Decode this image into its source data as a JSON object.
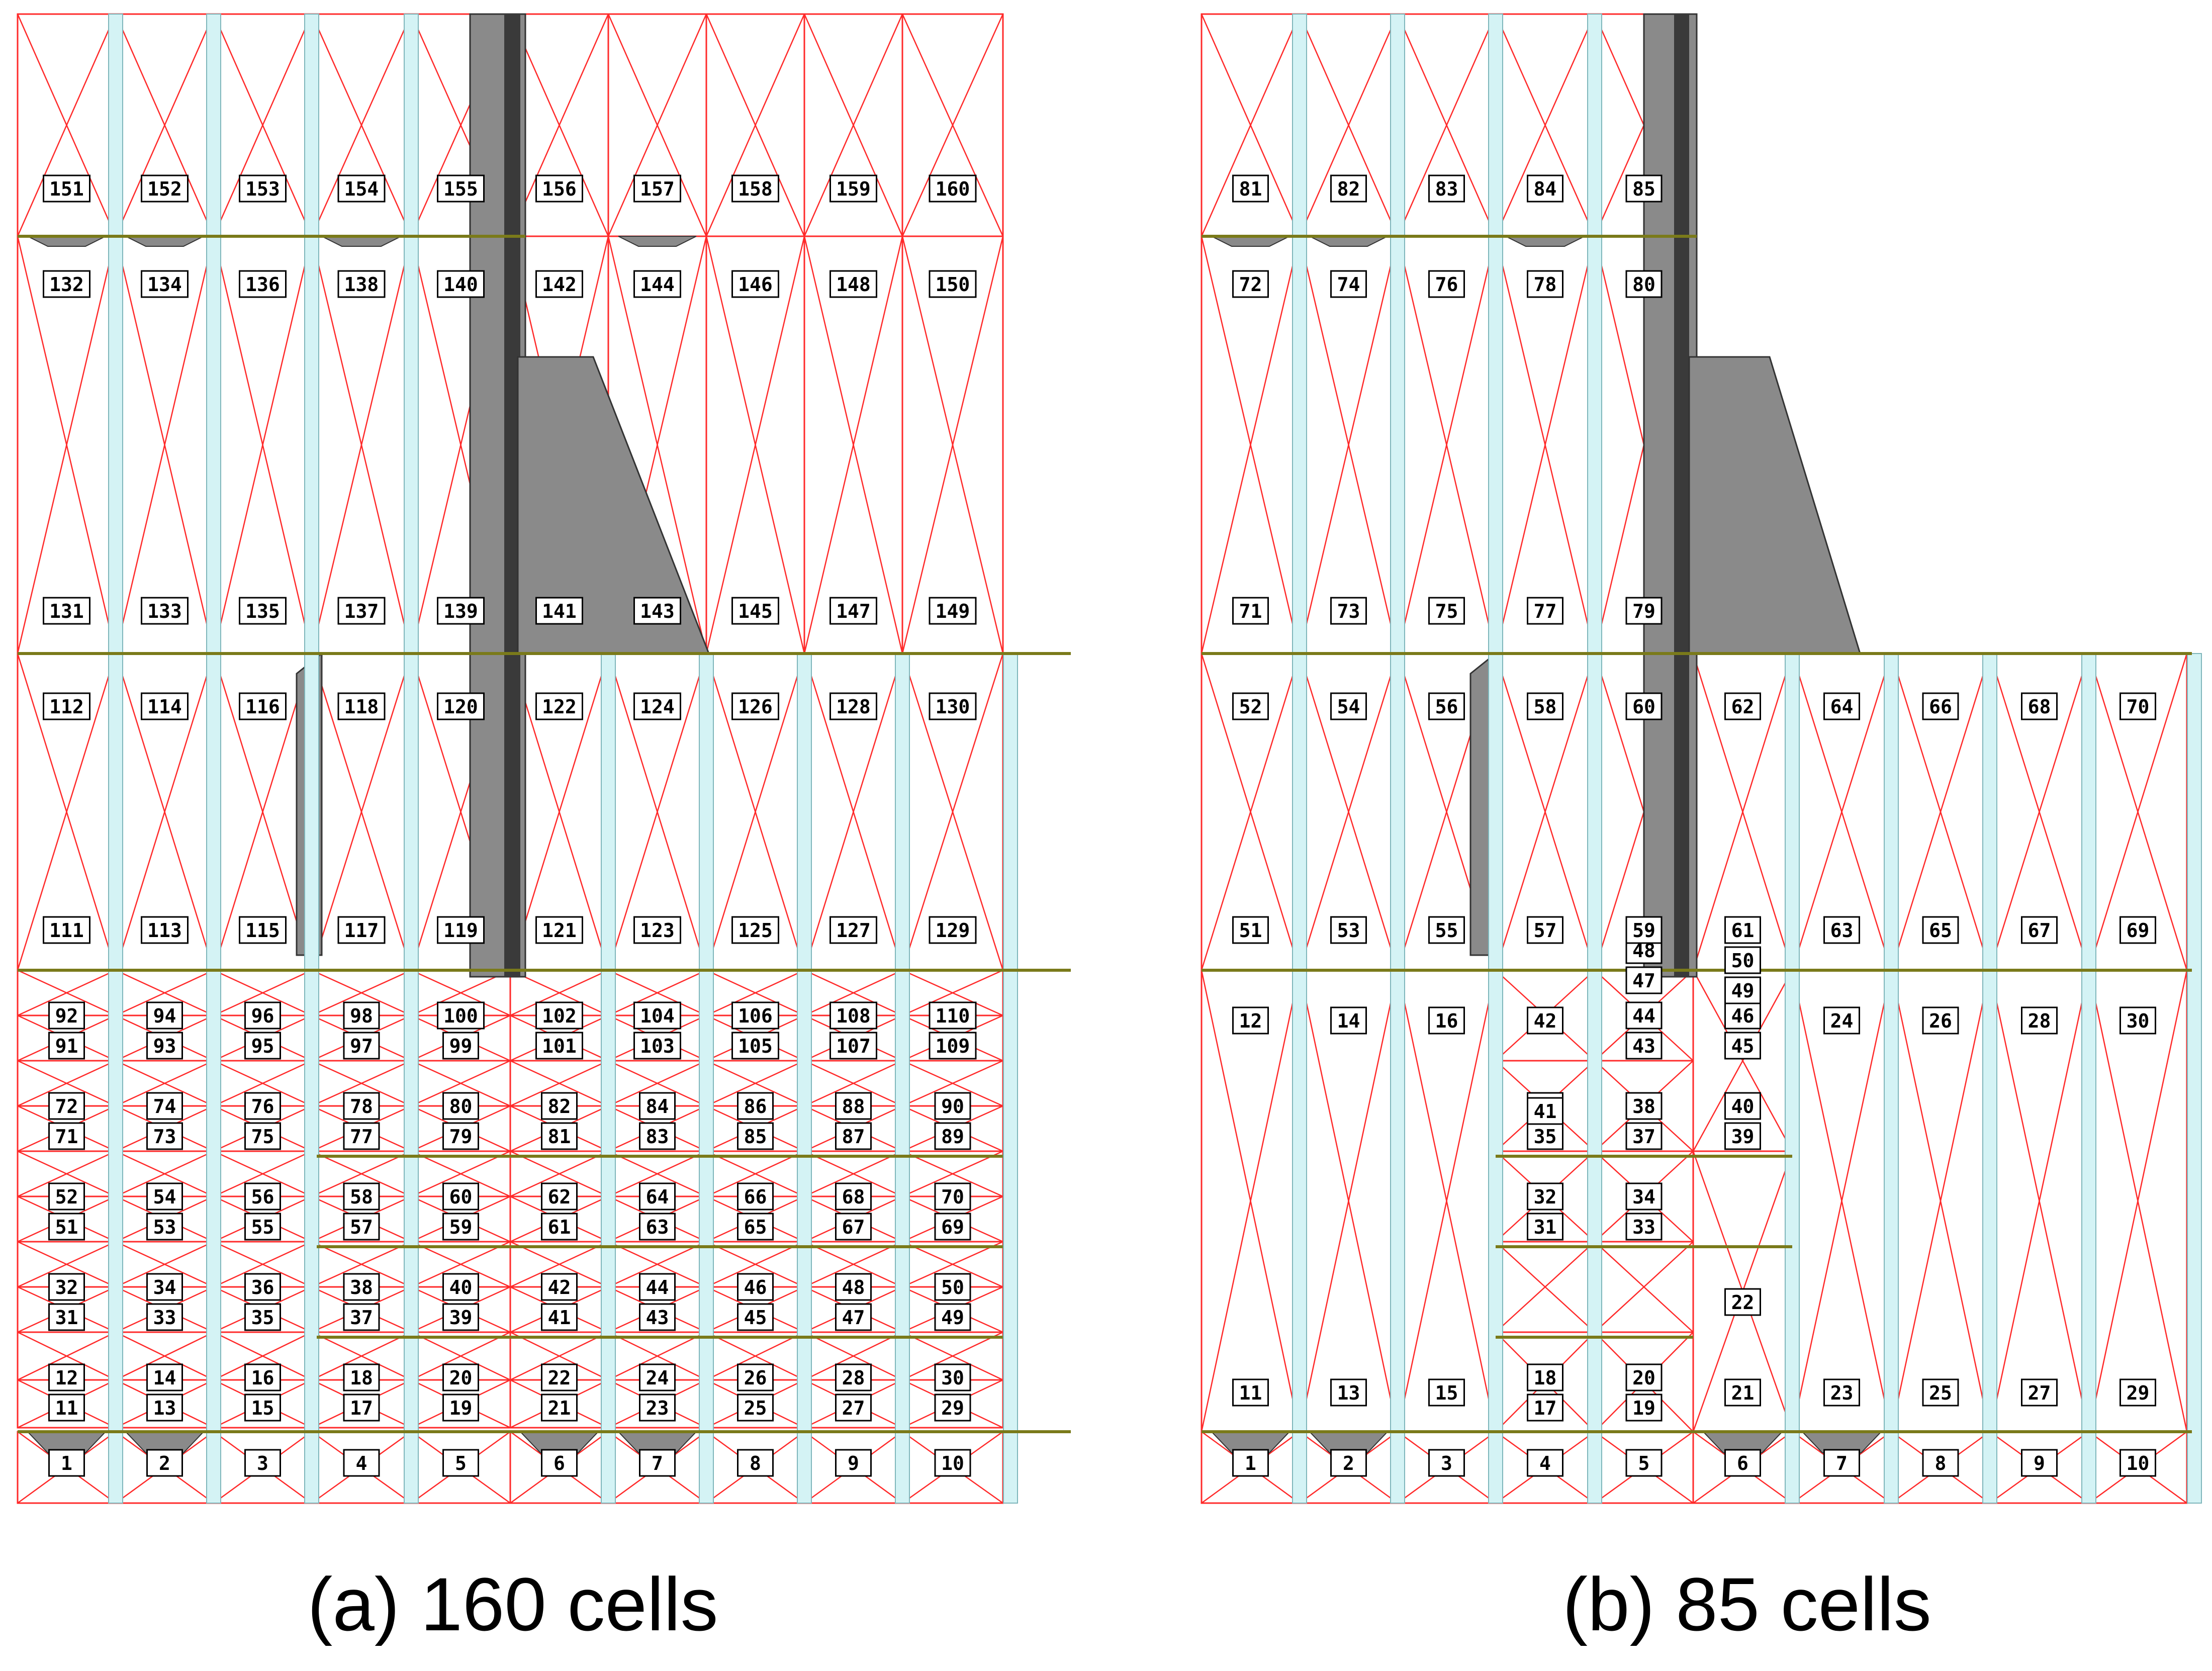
{
  "panels": [
    {
      "caption": "(a) 160 cells",
      "rows": [
        {
          "labels": [
            "1",
            "2",
            "3",
            "4",
            "5",
            "6",
            "7",
            "8",
            "9",
            "10"
          ]
        },
        {
          "labels": [
            "12/11",
            "14/13",
            "16/15",
            "18/17",
            "20/19",
            "22/21",
            "24/23",
            "26/25",
            "28/27",
            "30/29"
          ]
        },
        {
          "labels": [
            "32/31",
            "34/33",
            "36/35",
            "38/37",
            "40/39",
            "42/41",
            "44/43",
            "46/45",
            "48/47",
            "50/49"
          ]
        },
        {
          "labels": [
            "52/51",
            "54/53",
            "56/55",
            "58/57",
            "60/59",
            "62/61",
            "64/63",
            "66/65",
            "68/67",
            "70/69"
          ]
        },
        {
          "labels": [
            "72/71",
            "74/73",
            "76/75",
            "78/77",
            "80/79",
            "82/81",
            "84/83",
            "86/85",
            "88/87",
            "90/89"
          ]
        },
        {
          "labels": [
            "92/91",
            "94/93",
            "96/95",
            "98/97",
            "100/99",
            "102/101",
            "104/103",
            "106/105",
            "108/107",
            "110/109"
          ]
        },
        {
          "labels": [
            "111",
            "113",
            "115",
            "117",
            "119",
            "121",
            "123",
            "125",
            "127",
            "129"
          ],
          "labels_top": [
            "112",
            "114",
            "116",
            "118",
            "120",
            "122",
            "124",
            "126",
            "128",
            "130"
          ]
        },
        {
          "labels": [
            "131",
            "133",
            "135",
            "137",
            "139",
            "141",
            "143",
            "145",
            "147",
            "149"
          ],
          "labels_top": [
            "132",
            "134",
            "136",
            "138",
            "140",
            "142",
            "144",
            "146",
            "148",
            "150"
          ]
        },
        {
          "labels": [
            "151",
            "152",
            "153",
            "154",
            "155",
            "156",
            "157",
            "158",
            "159",
            "160"
          ]
        }
      ]
    },
    {
      "caption": "(b) 85 cells",
      "cells": [
        {
          "label": "1"
        },
        {
          "label": "2"
        },
        {
          "label": "3"
        },
        {
          "label": "4"
        },
        {
          "label": "5"
        },
        {
          "label": "6"
        },
        {
          "label": "7"
        },
        {
          "label": "8"
        },
        {
          "label": "9"
        },
        {
          "label": "10"
        },
        {
          "label": "11"
        },
        {
          "label": "12"
        },
        {
          "label": "13"
        },
        {
          "label": "14"
        },
        {
          "label": "15"
        },
        {
          "label": "16"
        },
        {
          "label": "17"
        },
        {
          "label": "18"
        },
        {
          "label": "19"
        },
        {
          "label": "20"
        },
        {
          "label": "21"
        },
        {
          "label": "22"
        },
        {
          "label": "23"
        },
        {
          "label": "24"
        },
        {
          "label": "25"
        },
        {
          "label": "26"
        },
        {
          "label": "27"
        },
        {
          "label": "28"
        },
        {
          "label": "29"
        },
        {
          "label": "30"
        },
        {
          "label": "31"
        },
        {
          "label": "32"
        },
        {
          "label": "33"
        },
        {
          "label": "34"
        },
        {
          "label": "35"
        },
        {
          "label": "36"
        },
        {
          "label": "37"
        },
        {
          "label": "38"
        },
        {
          "label": "39"
        },
        {
          "label": "40"
        },
        {
          "label": "41"
        },
        {
          "label": "42"
        },
        {
          "label": "43"
        },
        {
          "label": "44"
        },
        {
          "label": "45"
        },
        {
          "label": "46"
        },
        {
          "label": "47"
        },
        {
          "label": "48"
        },
        {
          "label": "49"
        },
        {
          "label": "50"
        },
        {
          "label": "51"
        },
        {
          "label": "52"
        },
        {
          "label": "53"
        },
        {
          "label": "54"
        },
        {
          "label": "55"
        },
        {
          "label": "56"
        },
        {
          "label": "57"
        },
        {
          "label": "58"
        },
        {
          "label": "59"
        },
        {
          "label": "60"
        },
        {
          "label": "61"
        },
        {
          "label": "62"
        },
        {
          "label": "63"
        },
        {
          "label": "64"
        },
        {
          "label": "65"
        },
        {
          "label": "66"
        },
        {
          "label": "67"
        },
        {
          "label": "68"
        },
        {
          "label": "69"
        },
        {
          "label": "70"
        },
        {
          "label": "71"
        },
        {
          "label": "72"
        },
        {
          "label": "73"
        },
        {
          "label": "74"
        },
        {
          "label": "75"
        },
        {
          "label": "76"
        },
        {
          "label": "77"
        },
        {
          "label": "78"
        },
        {
          "label": "79"
        },
        {
          "label": "80"
        },
        {
          "label": "81"
        },
        {
          "label": "82"
        },
        {
          "label": "83"
        },
        {
          "label": "84"
        },
        {
          "label": "85"
        }
      ]
    }
  ],
  "colors": {
    "cell_line": "#ff2a2a",
    "stiffener": "#d4f3f5",
    "stiffener_edge": "#7fb6bb",
    "structure_fill": "#8a8a8a",
    "structure_edge": "#333333",
    "deck_line": "#7a7a1a",
    "label_border": "#000000"
  }
}
